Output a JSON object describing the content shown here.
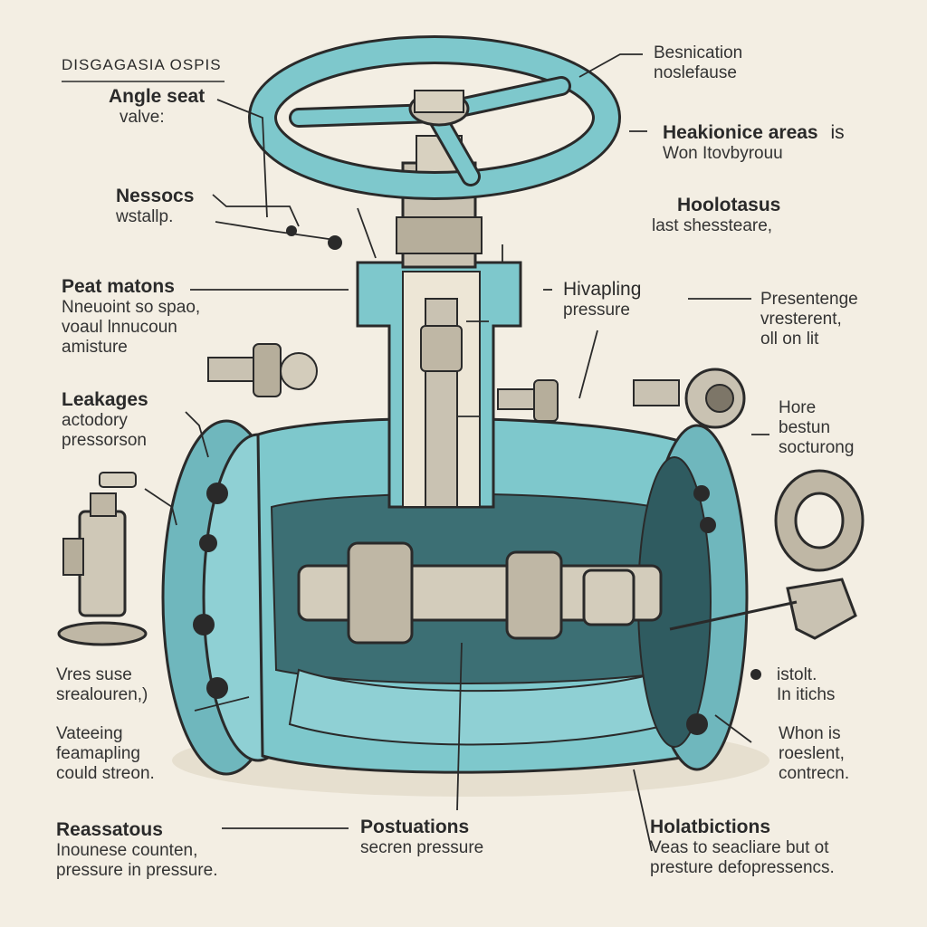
{
  "header": {
    "title": "DISGAGASIA OSPIS"
  },
  "labels": {
    "angle_seat": {
      "title": "Angle seat",
      "sub": "valve:"
    },
    "nessocs": {
      "title": "Nessocs",
      "sub": "wstallp."
    },
    "peat": {
      "title": "Peat matons",
      "sub1": "Nneuoint so spao,",
      "sub2": "voaul lnnucoun",
      "sub3": "amisture"
    },
    "leakages": {
      "title": "Leakages",
      "sub1": "actodory",
      "sub2": "pressorson"
    },
    "vres": {
      "line1": "Vres suse",
      "line2": "srealouren,)"
    },
    "vateeing": {
      "line1": "Vateeing",
      "line2": "feamapling",
      "line3": "could streon."
    },
    "reassatous": {
      "title": "Reassatous",
      "sub1": "Inounese counten,",
      "sub2": "pressure in pressure."
    },
    "postuations": {
      "title": "Postuations",
      "sub": "secren pressure"
    },
    "holatbictions": {
      "title": "Holatbictions",
      "sub1": "Veas to seacliare but ot",
      "sub2": "presture defopressencs."
    },
    "besnication": {
      "line1": "Besnication",
      "line2": "noslefause"
    },
    "heakionice": {
      "title": "Heakionice areas",
      "suffix": "is",
      "sub": "Won Itovbyrouu"
    },
    "hoolotasus": {
      "title": "Hoolotasus",
      "sub": "last shessteare,"
    },
    "hivapling": {
      "title": "Hivapling",
      "sub": "pressure"
    },
    "presentenge": {
      "line1": "Presentenge",
      "line2": "vresterent,",
      "line3": "oll on lit"
    },
    "hore": {
      "line1": "Hore",
      "line2": "bestun",
      "line3": "socturong"
    },
    "istolt": {
      "line1": "istolt.",
      "line2": "In itichs"
    },
    "whon": {
      "line1": "Whon is",
      "line2": "roeslent,",
      "line3": "contrecn."
    }
  },
  "colors": {
    "body": "#7ec8cc",
    "body_dark": "#4f9aa0",
    "metal": "#c9c2b2",
    "ink": "#2a2a2a",
    "paper": "#f3eee3"
  }
}
